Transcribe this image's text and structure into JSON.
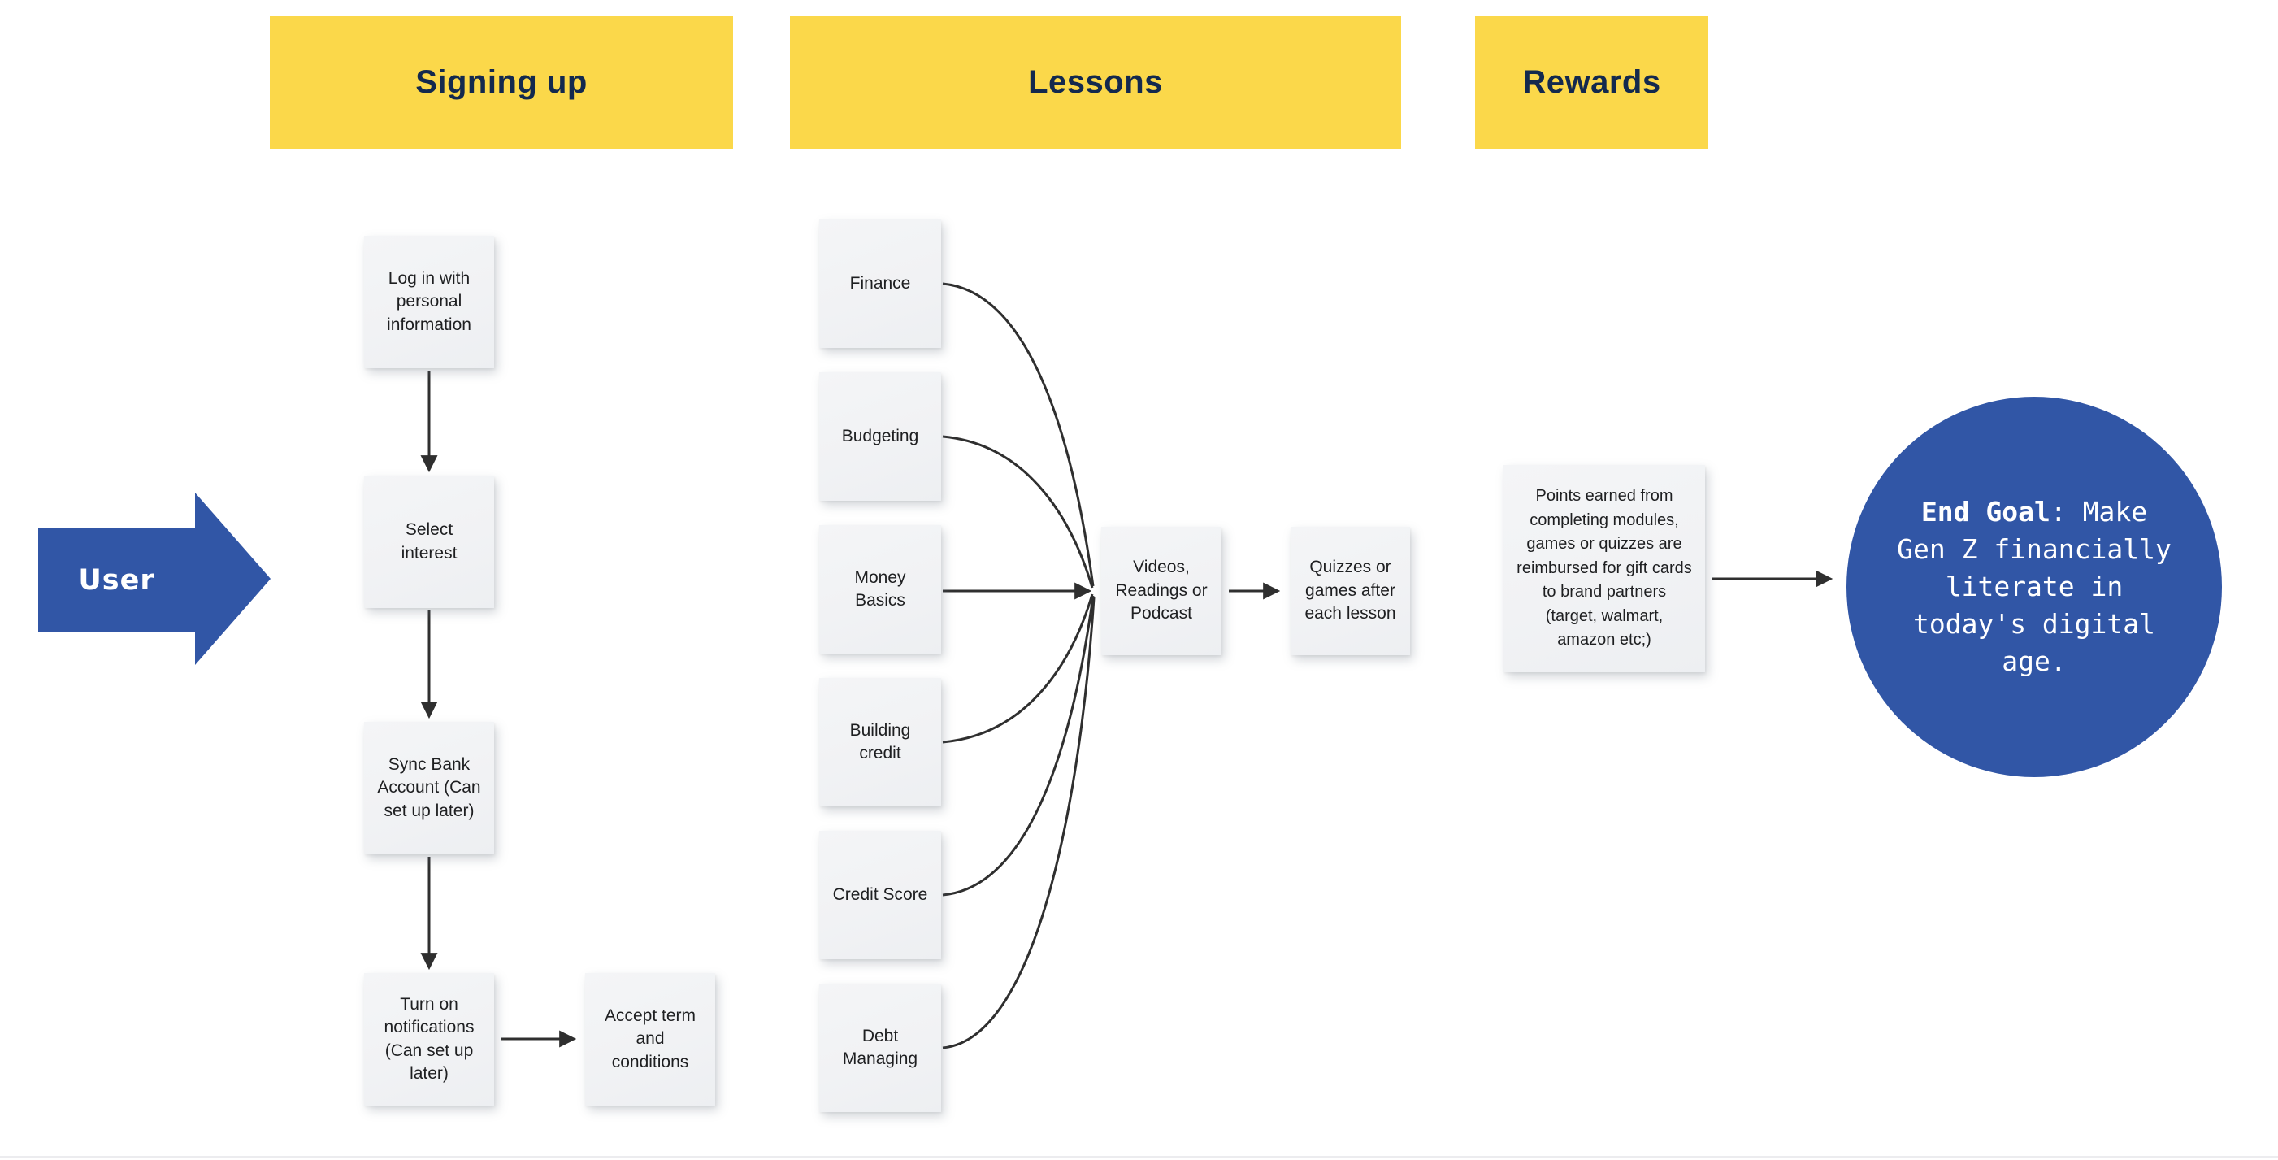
{
  "headers": {
    "signing_up": "Signing up",
    "lessons": "Lessons",
    "rewards": "Rewards"
  },
  "user": {
    "label": "User"
  },
  "signing_up": {
    "steps": [
      "Log in with personal information",
      "Select interest",
      "Sync Bank Account (Can set up later)",
      "Turn on notifications (Can set up later)"
    ],
    "branch": "Accept term and conditions"
  },
  "lessons": {
    "topics": [
      "Finance",
      "Budgeting",
      "Money Basics",
      "Building credit",
      "Credit Score",
      "Debt Managing"
    ],
    "delivery": "Videos, Readings or Podcast",
    "assessment": "Quizzes or games after each lesson"
  },
  "rewards": {
    "note": "Points earned from completing modules, games or quizzes are reimbursed for gift cards to brand partners (target, walmart, amazon etc;)"
  },
  "end_goal": {
    "bold_label": "End Goal",
    "text": ": Make Gen Z financially literate in today's digital age."
  },
  "colors": {
    "canvas_bg": "#FFFFFF",
    "header_bg": "#FBD84A",
    "header_text": "#13294E",
    "shape_blue": "#3156A6",
    "sticky_bg": "#F2F3F5",
    "sticky_text": "#1E1F21",
    "connector": "#2F2F2F"
  }
}
